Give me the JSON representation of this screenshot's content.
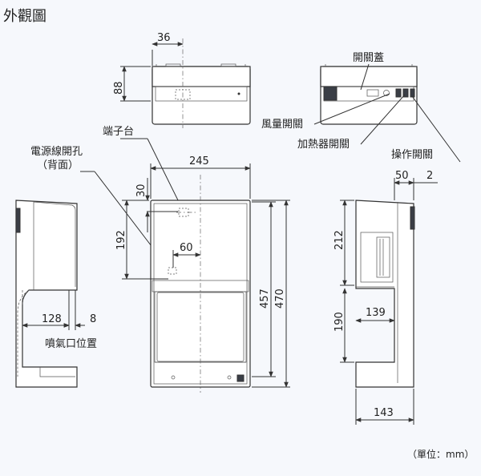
{
  "title": "外觀圖",
  "unit_note": "（單位：mm）",
  "labels": {
    "cover": "開關蓋",
    "wind": "風量開關",
    "heater": "加熱器開關",
    "operate": "操作開關",
    "terminal": "端子台",
    "cable_hole": "電源線開孔",
    "cable_hole_sub": "（背面）",
    "outlet": "噴氣口位置"
  },
  "dims": {
    "d36": "36",
    "d88": "88",
    "d245": "245",
    "d30": "30",
    "d192": "192",
    "d60": "60",
    "d457": "457",
    "d470": "470",
    "d128": "128",
    "d8": "8",
    "d50": "50",
    "d2": "2",
    "d212": "212",
    "d139": "139",
    "d190": "190",
    "d143": "143"
  }
}
